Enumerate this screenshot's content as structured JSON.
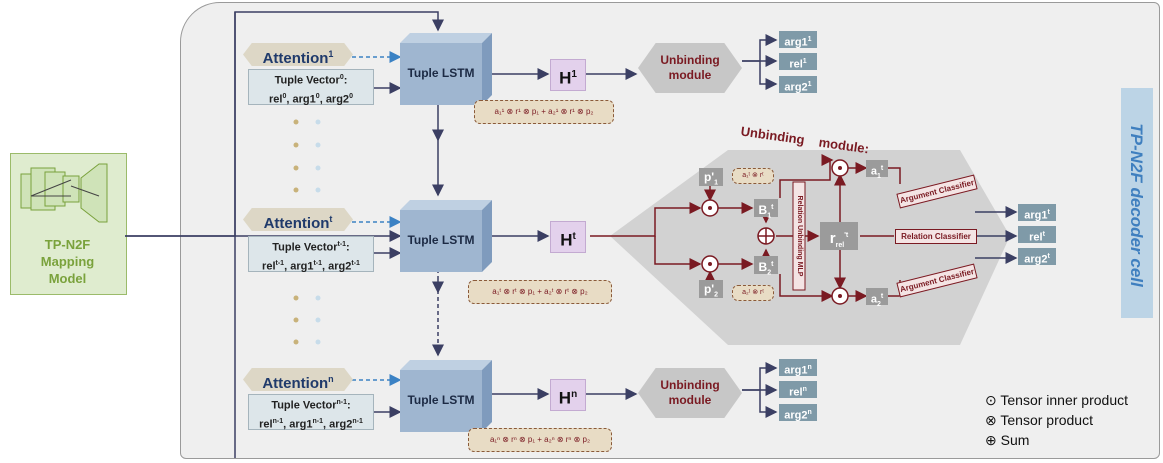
{
  "mapping": {
    "label": "TP-N2F\nMapping\nModel"
  },
  "attention": [
    {
      "label": "Attention",
      "sup": "1"
    },
    {
      "label": "Attention",
      "sup": "t"
    },
    {
      "label": "Attention",
      "sup": "n"
    }
  ],
  "tuple_vector": [
    {
      "title": "Tuple Vector",
      "title_sup": "0",
      "suffix": ":",
      "items": [
        {
          "t": "rel",
          "s": "0",
          "sep": ", "
        },
        {
          "t": "arg1",
          "s": "0",
          "sep": ", "
        },
        {
          "t": "arg2",
          "s": "0",
          "sep": ""
        }
      ]
    },
    {
      "title": "Tuple Vector",
      "title_sup": "t-1",
      "suffix": ":",
      "items": [
        {
          "t": "rel",
          "s": "t-1",
          "sep": ", "
        },
        {
          "t": "arg1",
          "s": "t-1",
          "sep": ", "
        },
        {
          "t": "arg2",
          "s": "t-1",
          "sep": ""
        }
      ]
    },
    {
      "title": "Tuple Vector",
      "title_sup": "n-1",
      "suffix": ":",
      "items": [
        {
          "t": "rel",
          "s": "n-1",
          "sep": ", "
        },
        {
          "t": "arg1",
          "s": "n-1",
          "sep": ", "
        },
        {
          "t": "arg2",
          "s": "n-1",
          "sep": ""
        }
      ]
    }
  ],
  "lstm_label": "Tuple LSTM",
  "hidden": [
    {
      "label": "H",
      "sup": "1"
    },
    {
      "label": "H",
      "sup": "t"
    },
    {
      "label": "H",
      "sup": "n"
    }
  ],
  "unbinding_label": "Unbinding\nmodule",
  "callouts": [
    {
      "text": "a₁¹ ⊗ r¹ ⊗ p₁ + a₂¹ ⊗ r¹ ⊗ p₂"
    },
    {
      "text": "a₁ᵗ ⊗ rᵗ ⊗ p₁ + a₂ᵗ ⊗ rᵗ ⊗ p₂"
    },
    {
      "text": "a₁ⁿ ⊗ rⁿ ⊗ p₁ + a₂ⁿ ⊗ rⁿ ⊗ p₂"
    }
  ],
  "outputs": [
    [
      {
        "t": "arg1",
        "s": "1"
      },
      {
        "t": "rel",
        "s": "1"
      },
      {
        "t": "arg2",
        "s": "1"
      }
    ],
    [
      {
        "t": "arg1",
        "s": "t"
      },
      {
        "t": "rel",
        "s": "t"
      },
      {
        "t": "arg2",
        "s": "t"
      }
    ],
    [
      {
        "t": "arg1",
        "s": "n"
      },
      {
        "t": "rel",
        "s": "n"
      },
      {
        "t": "arg2",
        "s": "n"
      }
    ]
  ],
  "detail": {
    "title": "Unbinding    module:",
    "p1": {
      "t": "p'",
      "sub": "1"
    },
    "p2": {
      "t": "p'",
      "sub": "2"
    },
    "b1": {
      "t": "B",
      "sub": "1",
      "sup": "t"
    },
    "b2": {
      "t": "B",
      "sub": "2",
      "sup": "t"
    },
    "r": {
      "t": "r",
      "sub": "rel",
      "sup": "'t"
    },
    "a1": {
      "t": "a",
      "sub": "1",
      "sup": "t"
    },
    "a2": {
      "t": "a",
      "sub": "2",
      "sup": "t"
    },
    "small1": "a₁ᵗ ⊗ rᵗ",
    "small2": "a₂ᵗ ⊗ rᵗ",
    "mlp": "Relation Unbinding MLP",
    "arg_classifier": "Argument Classifier",
    "rel_classifier": "Relation Classifier",
    "colors": {
      "dark_red": "#7a1a22",
      "gray": "#9b9b9b"
    }
  },
  "legend": [
    {
      "symbol": "⊙",
      "text": "Tensor inner product"
    },
    {
      "symbol": "⊗",
      "text": "Tensor product"
    },
    {
      "symbol": "⊕",
      "text": "Sum"
    }
  ],
  "side_label": "TP-N2F decoder cell",
  "colors": {
    "arrow": "#3b3f63",
    "dashed_blue": "#3b82c4",
    "lstm": "#9fb6d0",
    "mapping": "#dfeccf"
  }
}
